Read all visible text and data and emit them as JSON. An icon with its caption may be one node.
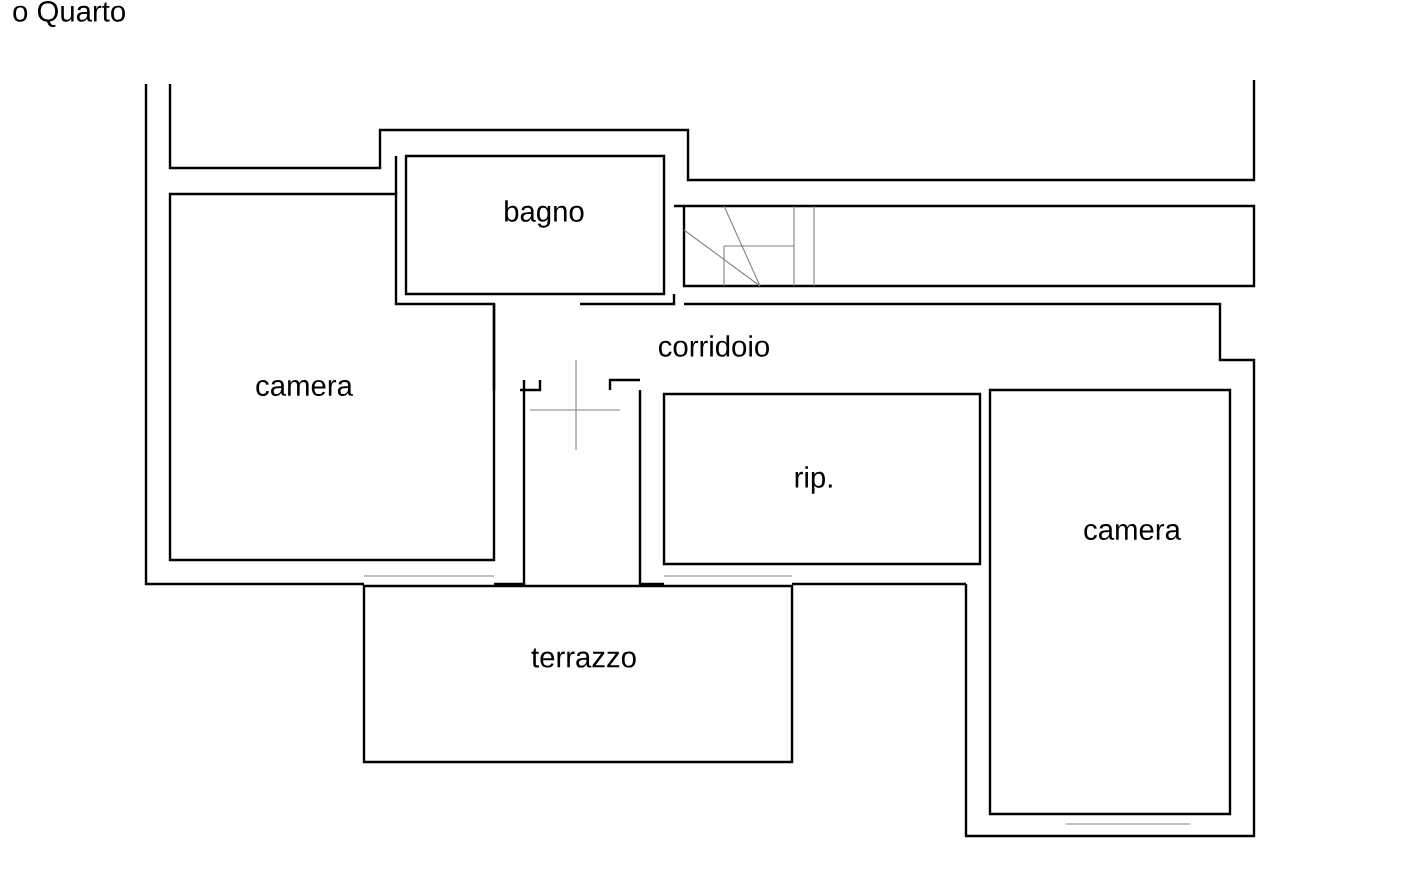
{
  "diagram": {
    "nodes": [
      {
        "text": [
          "bagno"
        ]
      },
      {
        "text": [
          "camera"
        ]
      },
      {
        "text": [
          "corridoio"
        ]
      },
      {
        "text": [
          "rip."
        ]
      },
      {
        "text": [
          "camera"
        ]
      },
      {
        "text": [
          "terrazzo"
        ]
      }
    ],
    "labels": [
      "o Quarto"
    ]
  }
}
